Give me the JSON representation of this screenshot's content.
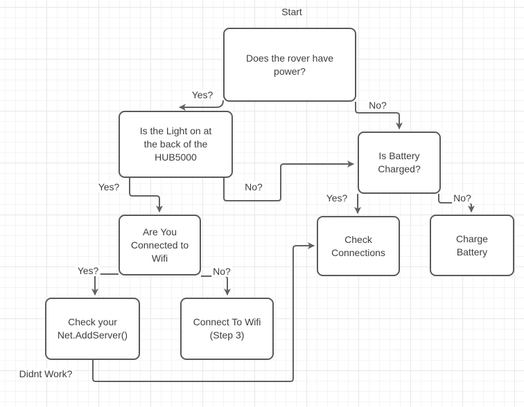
{
  "canvas": {
    "background": "#ffffff",
    "grid_minor_color": "#f4f4f4",
    "grid_major_color": "#e7e7e7"
  },
  "styles": {
    "node_fill": "#ffffff",
    "node_border_color": "#595959",
    "edge_color": "#616161",
    "text_color": "#3d3d3d"
  },
  "start_label": "Start",
  "nodes": [
    {
      "id": "power",
      "label": "Does the rover have\npower?"
    },
    {
      "id": "hub-light",
      "label": "Is the Light on at\nthe back of the\nHUB5000"
    },
    {
      "id": "battery-charged",
      "label": "Is Battery\nCharged?"
    },
    {
      "id": "wifi-connected",
      "label": "Are You\nConnected to\nWifi"
    },
    {
      "id": "check-connections",
      "label": "Check\nConnections"
    },
    {
      "id": "charge-battery",
      "label": "Charge\nBattery"
    },
    {
      "id": "check-addserver",
      "label": "Check your\nNet.AddServer()"
    },
    {
      "id": "connect-wifi",
      "label": "Connect To Wifi\n(Step 3)"
    }
  ],
  "edge_labels": [
    {
      "id": "yes-power-to-hub",
      "text": "Yes?"
    },
    {
      "id": "no-power-to-battery",
      "text": "No?"
    },
    {
      "id": "yes-hub-to-wifi",
      "text": "Yes?"
    },
    {
      "id": "no-hub-to-battery",
      "text": "No?"
    },
    {
      "id": "yes-battery-to-check",
      "text": "Yes?"
    },
    {
      "id": "no-battery-to-charge",
      "text": "No?"
    },
    {
      "id": "yes-wifi-to-addserver",
      "text": "Yes?"
    },
    {
      "id": "no-wifi-to-connect",
      "text": "No?"
    },
    {
      "id": "didnt-work",
      "text": "Didnt Work?"
    }
  ]
}
